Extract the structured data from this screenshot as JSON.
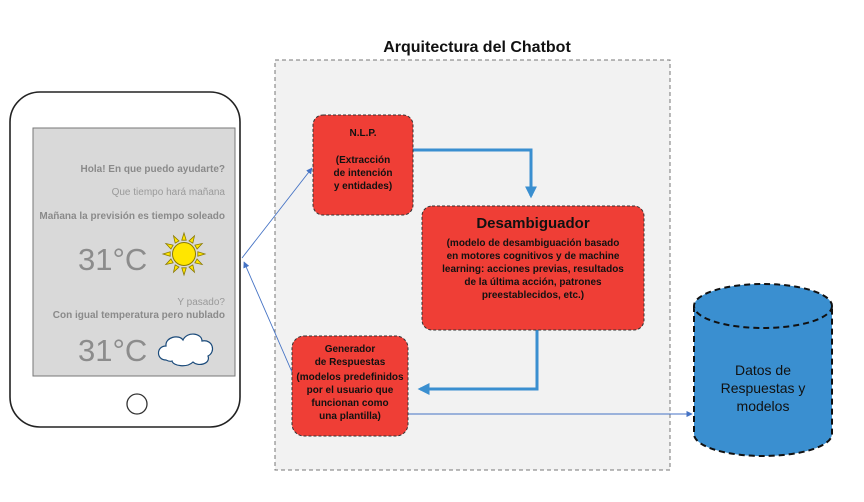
{
  "title": "Arquitectura del Chatbot",
  "phone": {
    "messages": [
      "Hola! En que puedo ayudarte?",
      "Que tiempo hará mañana",
      "Mañana la previsión es tiempo soleado",
      "Y pasado?",
      "Con igual temperatura pero nublado"
    ],
    "temp_1": "31°C",
    "temp_2": "31°C",
    "icon_1": "sun-icon",
    "icon_2": "cloud-icon"
  },
  "nlp": {
    "title": "N.L.P.",
    "lines": [
      "(Extracción",
      "de intención",
      "y entidades)"
    ]
  },
  "desambiguador": {
    "title": "Desambiguador",
    "lines": [
      "(modelo de desambiguación basado",
      "en motores cognitivos y de machine",
      "learning: acciones previas, resultados",
      "de la última acción, patrones",
      "preestablecidos, etc.)"
    ]
  },
  "generador": {
    "title_lines": [
      "Generador",
      "de Respuestas"
    ],
    "lines": [
      "(modelos predefinidos",
      "por el usuario que",
      "funcionan como",
      "una plantilla)"
    ]
  },
  "database": {
    "lines": [
      "Datos de",
      "Respuestas y",
      "modelos"
    ]
  },
  "colors": {
    "box_red": "#ef3e36",
    "db_blue": "#3a8fd0",
    "flow_blue": "#3a8fd0",
    "thin_line": "#4472c4",
    "phone_screen": "#d9d9d9",
    "panel_bg": "#f2f2f2"
  }
}
